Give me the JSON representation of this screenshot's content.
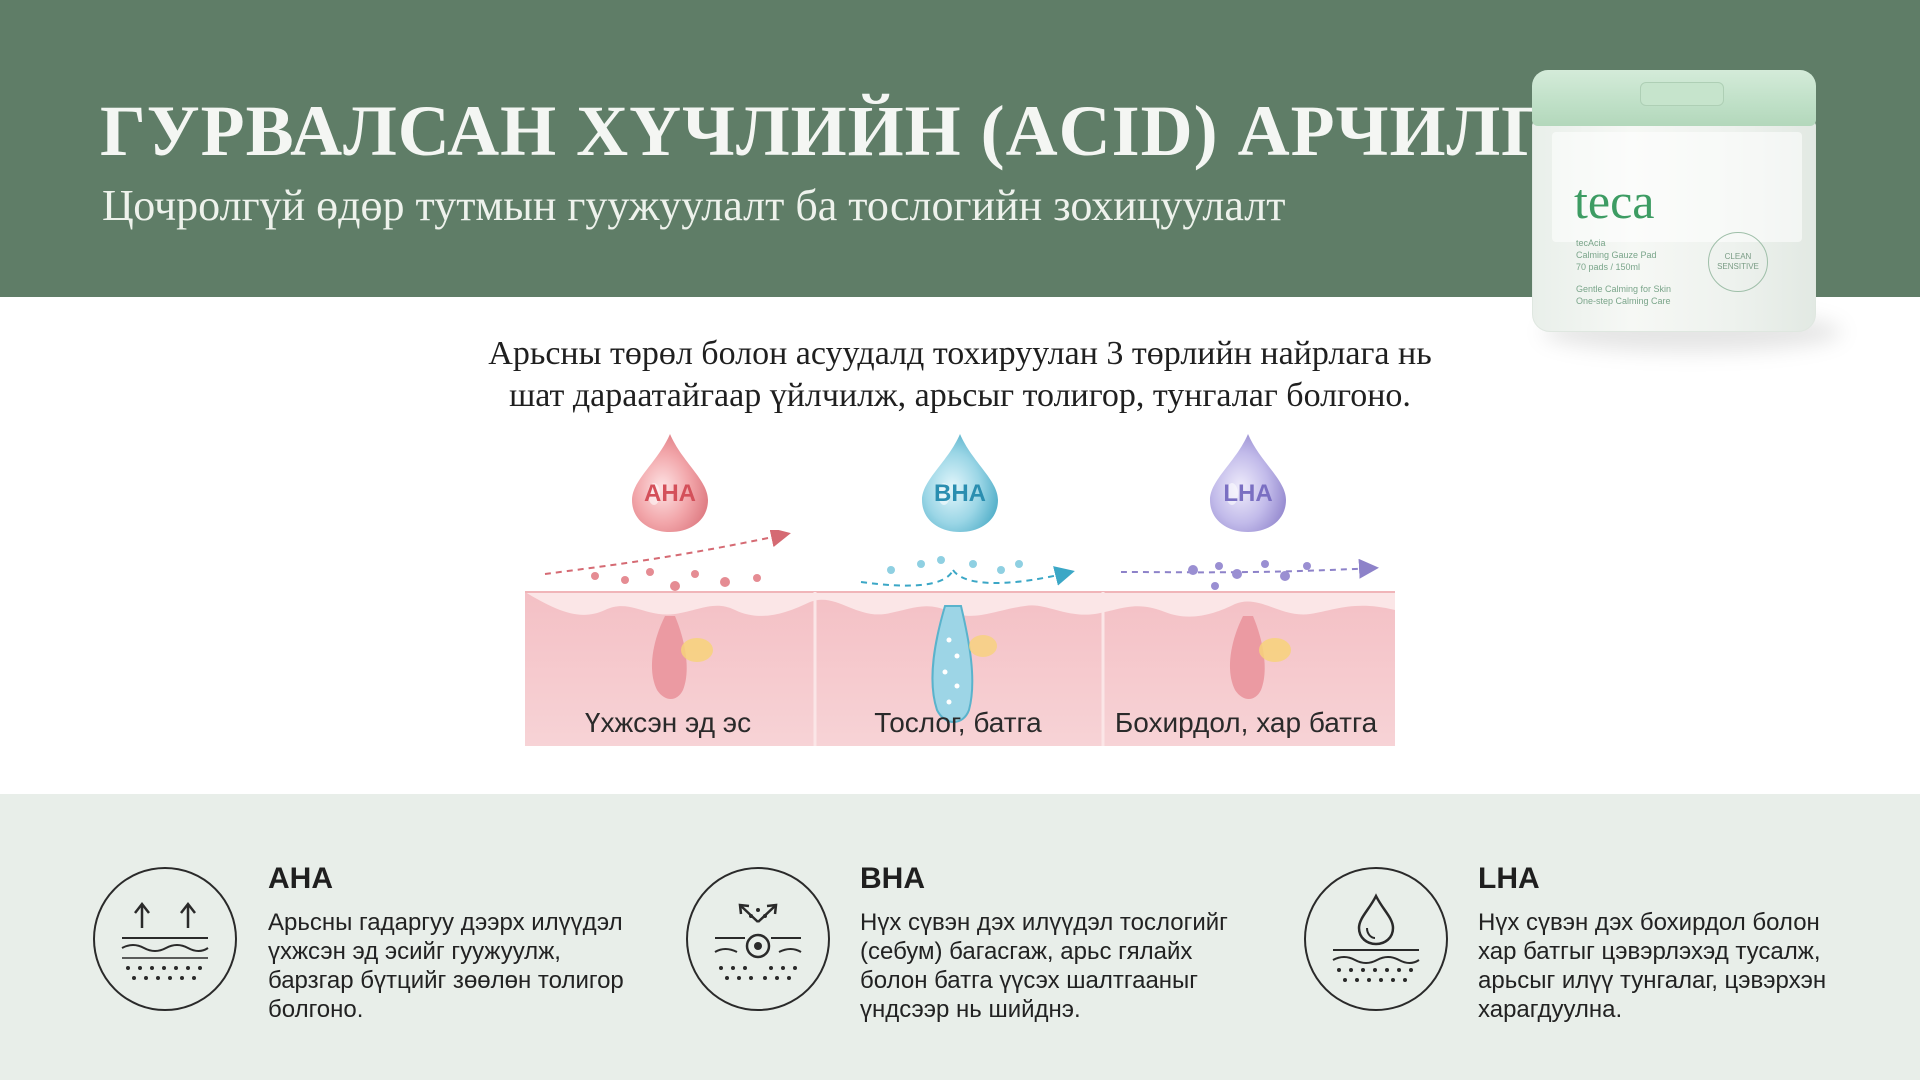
{
  "header": {
    "title": "ГУРВАЛСАН ХҮЧЛИЙН (ACID) АРЧИЛГАА",
    "subtitle": "Цочролгүй өдөр тутмын гуужуулалт ба тослогийн зохицуулалт"
  },
  "product": {
    "brand": "teca",
    "line1": "tecAcia",
    "line2": "Calming Gauze Pad",
    "line3": "70 pads / 150ml",
    "line4": "Gentle Calming for Skin",
    "line5": "One-step Calming Care",
    "seal": "CLEAN SENSITIVE"
  },
  "intro": {
    "line1": "Арьсны төрөл болон асуудалд тохируулан 3 төрлийн найрлага нь",
    "line2": "шат дараатайгаар үйлчилж, арьсыг толигор, тунгалаг болгоно."
  },
  "acids": [
    {
      "name": "AHA",
      "skin_label": "Үхжсэн эд эс",
      "color": "#e5848b"
    },
    {
      "name": "BHA",
      "skin_label": "Тослог, батга",
      "color": "#5bb6cf"
    },
    {
      "name": "LHA",
      "skin_label": "Бохирдол, хар батга",
      "color": "#a49ad6"
    }
  ],
  "features": [
    {
      "title": "AHA",
      "icon": "exfoliate-arrows-icon",
      "desc": [
        "Арьсны гадаргуу дээрх илүүдэл",
        "үхжсэн эд эсийг гуужуулж,",
        "барзгар бүтцийг зөөлөн толигор",
        "болгоно."
      ]
    },
    {
      "title": "BHA",
      "icon": "pore-sebum-icon",
      "desc": [
        "Нүх сүвэн дэх илүүдэл тослогийг",
        "(себум) багасгаж, арьс гялайх",
        "болон батга үүсэх шалтгааныг",
        "үндсээр нь шийднэ."
      ]
    },
    {
      "title": "LHA",
      "icon": "water-drop-layers-icon",
      "desc": [
        "Нүх сүвэн дэх бохирдол болон",
        "хар батгыг цэвэрлэхэд тусалж,",
        "арьсыг илүү тунгалаг, цэвэрхэн",
        "харагдуулна."
      ]
    }
  ],
  "colors": {
    "header_bg": "#5f7d67",
    "bottom_bg": "#e8eee9",
    "skin_pink": "#f4c9cc"
  }
}
